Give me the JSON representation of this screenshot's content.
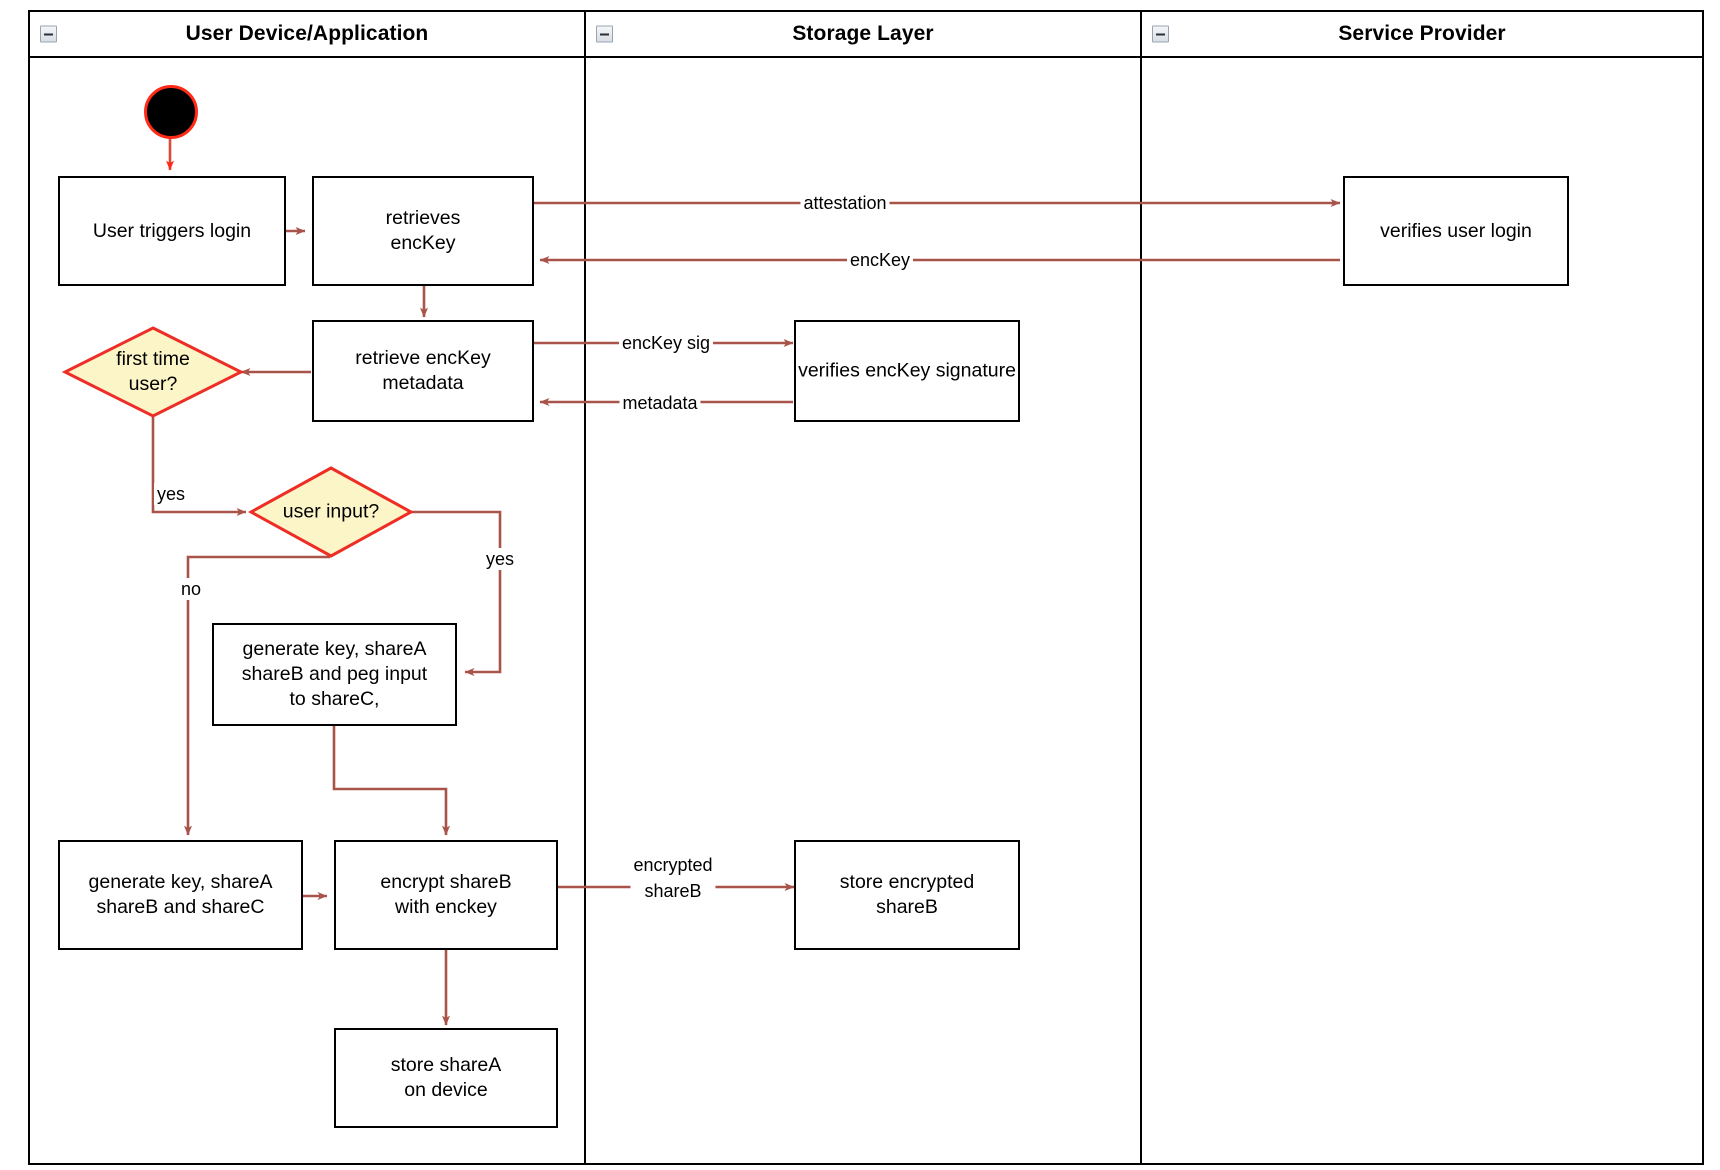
{
  "diagram": {
    "type": "activity-swimlane-flowchart",
    "title": "Login / key-share provisioning flow",
    "colors": {
      "edge": "#a8544a",
      "node_border": "#000000",
      "decision_border": "#ee2d24",
      "decision_fill": "#fcf5c7",
      "start_fill": "#000000",
      "start_border": "#ff2b17",
      "lane_border": "#000000",
      "background": "#ffffff"
    }
  },
  "lanes": [
    {
      "id": "user-device",
      "title": "User Device/Application",
      "collapse_icon": "minus-icon"
    },
    {
      "id": "storage-layer",
      "title": "Storage Layer",
      "collapse_icon": "minus-icon"
    },
    {
      "id": "service-provider",
      "title": "Service Provider",
      "collapse_icon": "minus-icon"
    }
  ],
  "nodes": [
    {
      "id": "start",
      "lane": "user-device",
      "shape": "start",
      "label": ""
    },
    {
      "id": "user-triggers-login",
      "lane": "user-device",
      "shape": "box",
      "label": "User triggers login"
    },
    {
      "id": "retrieves-enckey",
      "lane": "user-device",
      "shape": "box",
      "label": "retrieves\nencKey"
    },
    {
      "id": "retrieve-enckey-metadata",
      "lane": "user-device",
      "shape": "box",
      "label": "retrieve encKey\nmetadata"
    },
    {
      "id": "first-time-user",
      "lane": "user-device",
      "shape": "decision",
      "label": "first time\nuser?"
    },
    {
      "id": "user-input",
      "lane": "user-device",
      "shape": "decision",
      "label": "user input?"
    },
    {
      "id": "generate-peg-input",
      "lane": "user-device",
      "shape": "box",
      "label": "generate key, shareA\nshareB and peg input\nto shareC,"
    },
    {
      "id": "generate-shares",
      "lane": "user-device",
      "shape": "box",
      "label": "generate key, shareA\nshareB and shareC"
    },
    {
      "id": "encrypt-shareb",
      "lane": "user-device",
      "shape": "box",
      "label": "encrypt shareB\nwith enckey"
    },
    {
      "id": "store-sharea",
      "lane": "user-device",
      "shape": "box",
      "label": "store shareA\non device"
    },
    {
      "id": "verifies-enckey-signature",
      "lane": "storage-layer",
      "shape": "box",
      "label": "verifies encKey signature"
    },
    {
      "id": "store-encrypted-shareb",
      "lane": "storage-layer",
      "shape": "box",
      "label": "store encrypted\nshareB"
    },
    {
      "id": "verifies-user-login",
      "lane": "service-provider",
      "shape": "box",
      "label": "verifies user login"
    }
  ],
  "edge_labels": [
    {
      "id": "attestation",
      "text": "attestation",
      "from": "retrieves-enckey",
      "to": "verifies-user-login"
    },
    {
      "id": "enckey",
      "text": "encKey",
      "from": "verifies-user-login",
      "to": "retrieves-enckey"
    },
    {
      "id": "enckey-sig",
      "text": "encKey sig",
      "from": "retrieve-enckey-metadata",
      "to": "verifies-enckey-signature"
    },
    {
      "id": "metadata",
      "text": "metadata",
      "from": "verifies-enckey-signature",
      "to": "retrieve-enckey-metadata"
    },
    {
      "id": "first-time-yes",
      "text": "yes",
      "from": "first-time-user",
      "to": "user-input"
    },
    {
      "id": "user-input-yes",
      "text": "yes",
      "from": "user-input",
      "to": "generate-peg-input"
    },
    {
      "id": "user-input-no",
      "text": "no",
      "from": "user-input",
      "to": "generate-shares"
    },
    {
      "id": "encrypted-shareb",
      "text": "encrypted\nshareB",
      "from": "encrypt-shareb",
      "to": "store-encrypted-shareb"
    }
  ]
}
